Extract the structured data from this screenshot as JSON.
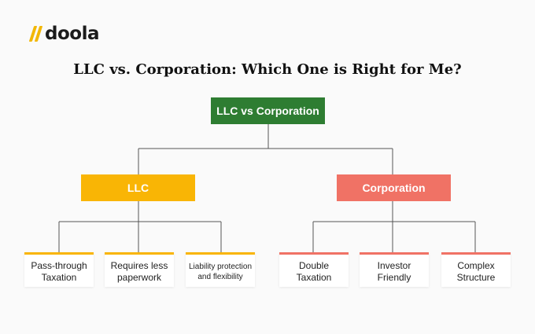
{
  "brand": {
    "name": "doola",
    "logo_icon": "double-slash-icon",
    "accent": "#f2b705"
  },
  "title": "LLC vs. Corporation: Which One is Right for Me?",
  "tree": {
    "root": {
      "label": "LLC vs Corporation",
      "color": "#2e7d32"
    },
    "branches": [
      {
        "label": "LLC",
        "color": "#f9b505",
        "children": [
          "Pass-through Taxation",
          "Requires less paperwork",
          "Liability protection and flexibility"
        ]
      },
      {
        "label": "Corporation",
        "color": "#f07265",
        "children": [
          "Double Taxation",
          "Investor Friendly",
          "Complex Structure"
        ]
      }
    ]
  },
  "connector_color": "#555555"
}
